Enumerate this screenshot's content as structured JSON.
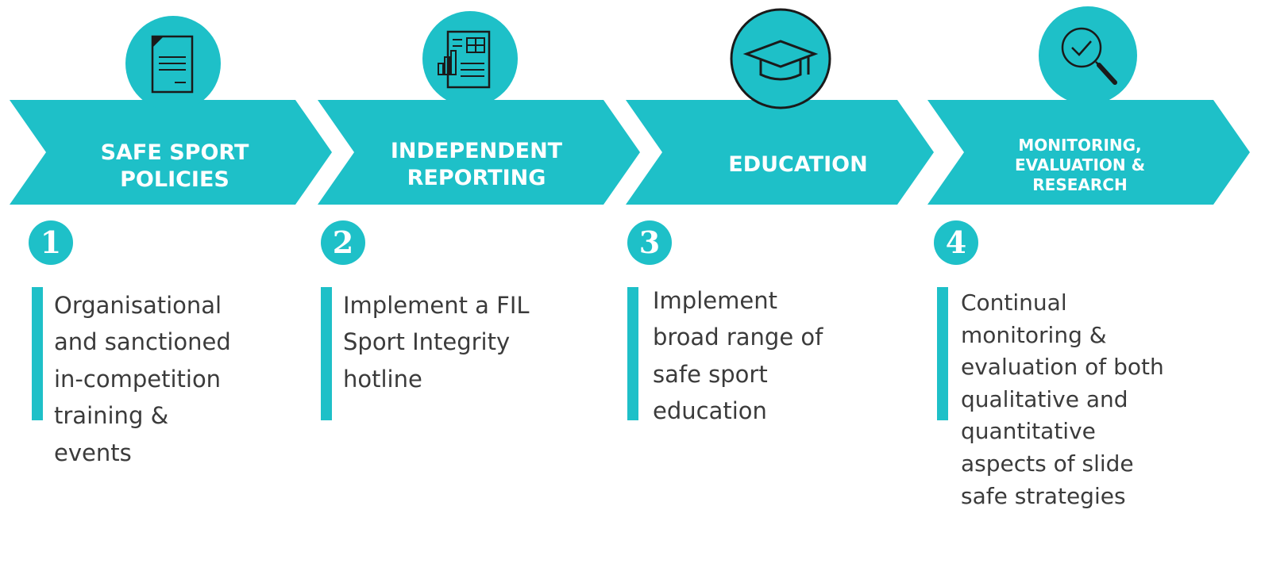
{
  "colors": {
    "teal": "#1ec0c8",
    "outline": "#1a1a1a",
    "text": "#3b3b3b"
  },
  "stages": [
    {
      "number": "1",
      "title_lines": [
        "SAFE SPORT",
        "POLICIES"
      ],
      "icon": "document-icon",
      "description": "Organisational\nand sanctioned\nin-competition\ntraining &\nevents"
    },
    {
      "number": "2",
      "title_lines": [
        "INDEPENDENT",
        "REPORTING"
      ],
      "icon": "report-chart-icon",
      "description": "Implement a FIL\nSport Integrity\nhotline"
    },
    {
      "number": "3",
      "title_lines": [
        "EDUCATION"
      ],
      "icon": "graduation-cap-icon",
      "description": "Implement\nbroad range of\nsafe sport\neducation"
    },
    {
      "number": "4",
      "title_lines": [
        "MONITORING,",
        "EVALUATION &",
        "RESEARCH"
      ],
      "icon": "magnifier-check-icon",
      "description": "Continual\nmonitoring &\nevaluation of both\nqualitative and\nquantitative\naspects of slide\nsafe strategies"
    }
  ]
}
